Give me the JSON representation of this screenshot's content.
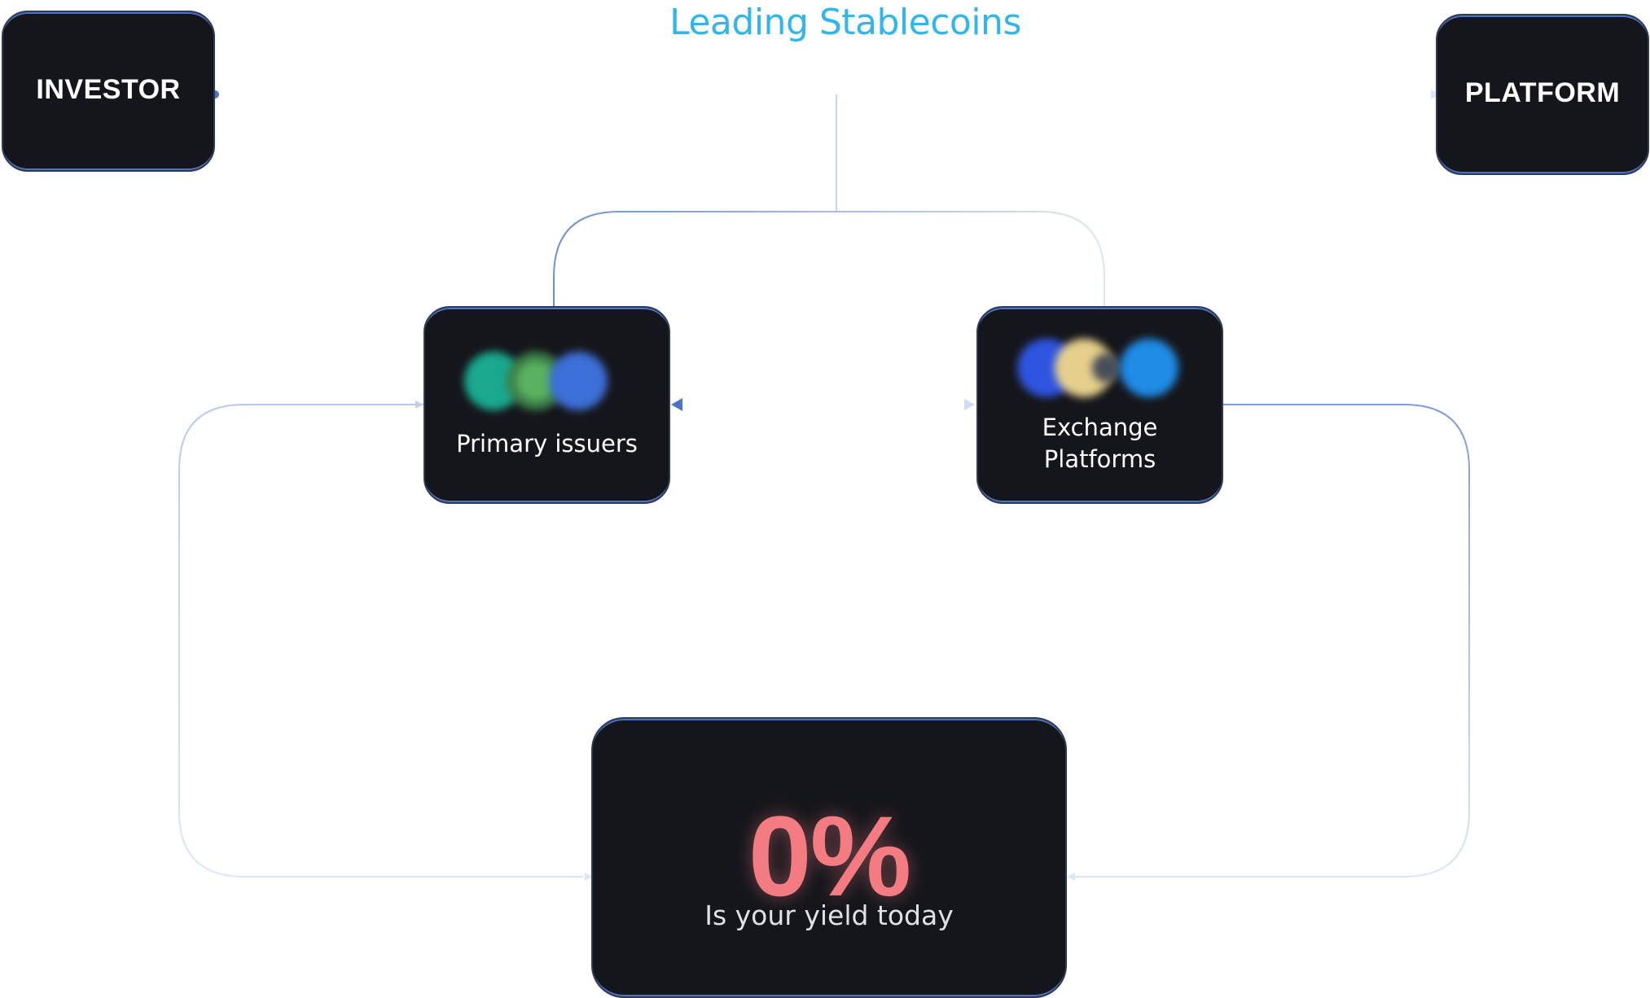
{
  "title": "Leading Stablecoins",
  "nodes": {
    "investor": "INVESTOR",
    "platform": "PLATFORM",
    "primary_issuers": "Primary issuers",
    "exchange_platforms_line1": "Exchange",
    "exchange_platforms_line2": "Platforms"
  },
  "yield": {
    "value": "0%",
    "caption": "Is your yield today"
  },
  "icons": {
    "primary_logos": [
      "teal-coin-icon",
      "green-ring-coin-icon",
      "blue-coin-icon"
    ],
    "exchange_logos": [
      "blue-c-coin-icon",
      "gold-coin-icon",
      "dark-coin-icon",
      "light-blue-coin-icon"
    ]
  },
  "colors": {
    "title": "#2fb6ef",
    "node_bg": "#15161b",
    "accent_line": "#4d74c4",
    "yield": "#f27c82"
  }
}
